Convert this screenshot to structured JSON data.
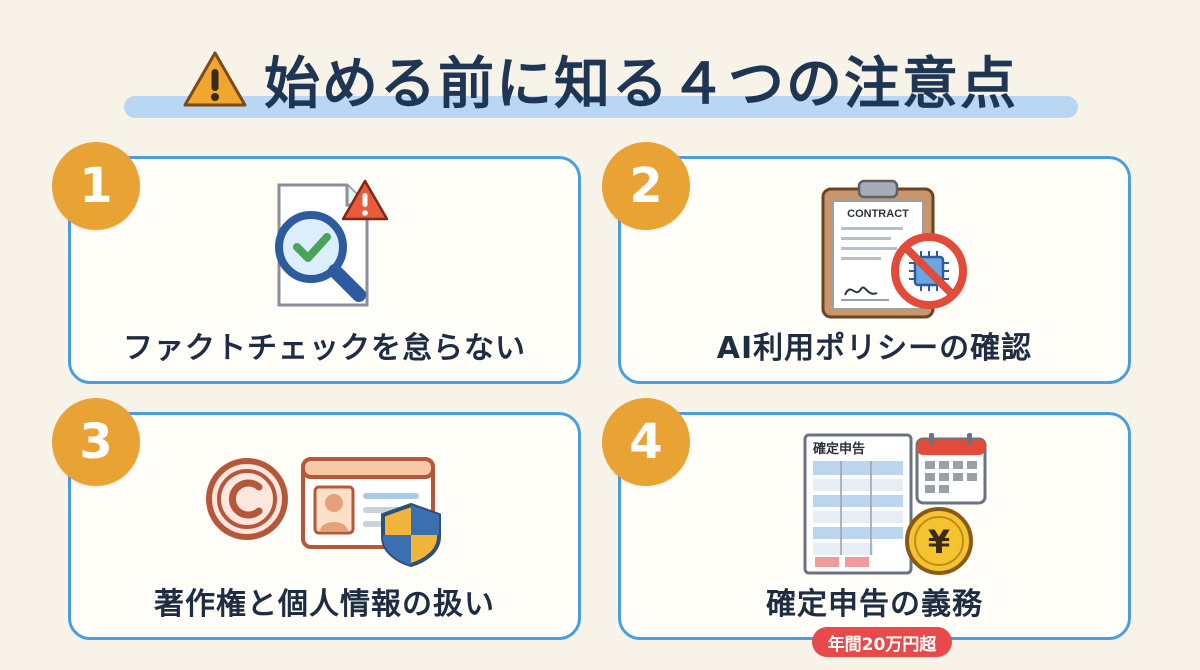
{
  "header": {
    "title": "始める前に知る４つの注意点",
    "icon": "warning-icon"
  },
  "cards": [
    {
      "number": "1",
      "label": "ファクトチェックを怠らない",
      "icon": "magnifier-check-document-icon"
    },
    {
      "number": "2",
      "label": "AI利用ポリシーの確認",
      "icon": "contract-no-ai-icon",
      "contract_text": "CONTRACT"
    },
    {
      "number": "3",
      "label": "著作権と個人情報の扱い",
      "icon": "copyright-id-shield-icon"
    },
    {
      "number": "4",
      "label": "確定申告の義務",
      "icon": "tax-return-yen-calendar-icon",
      "form_text": "確定申告",
      "yen_text": "¥",
      "note": "年間20万円超"
    }
  ],
  "colors": {
    "background": "#f8f3e8",
    "card_border": "#4a9ee0",
    "badge": "#e9a234",
    "title_text": "#1f3554",
    "note_pill": "#e84a4a"
  }
}
